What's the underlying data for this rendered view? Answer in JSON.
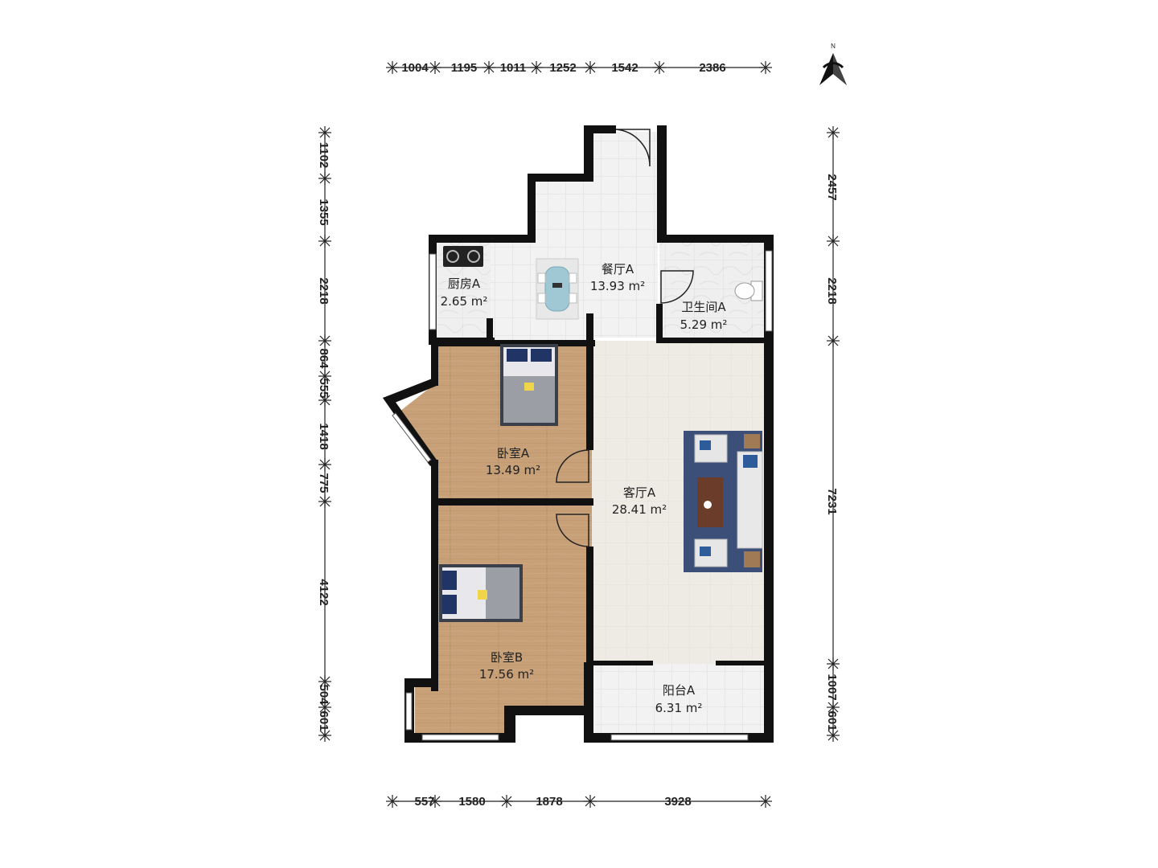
{
  "compass": {
    "label": "N"
  },
  "rooms": {
    "dining": {
      "name": "餐厅A",
      "area": "13.93 m²"
    },
    "kitchen": {
      "name": "厨房A",
      "area": "2.65 m²"
    },
    "bathroom": {
      "name": "卫生间A",
      "area": "5.29 m²"
    },
    "bedroomA": {
      "name": "卧室A",
      "area": "13.49 m²"
    },
    "living": {
      "name": "客厅A",
      "area": "28.41 m²"
    },
    "bedroomB": {
      "name": "卧室B",
      "area": "17.56 m²"
    },
    "balcony": {
      "name": "阳台A",
      "area": "6.31 m²"
    }
  },
  "dimensions": {
    "top": [
      "1004",
      "1195",
      "1011",
      "1252",
      "1542",
      "2386"
    ],
    "bottom": [
      "557",
      "1580",
      "1878",
      "3928"
    ],
    "left": [
      "1102",
      "1355",
      "2218",
      "864",
      "555",
      "1418",
      "775",
      "4122",
      "504",
      "601"
    ],
    "right": [
      "2457",
      "2218",
      "7231",
      "1007",
      "601"
    ]
  },
  "colors": {
    "wall": "#111111",
    "wood_floor": "#c9a37a",
    "tile_floor": "#eeeeee",
    "living_floor": "#eeebe3",
    "rug": "#3b4f78"
  }
}
